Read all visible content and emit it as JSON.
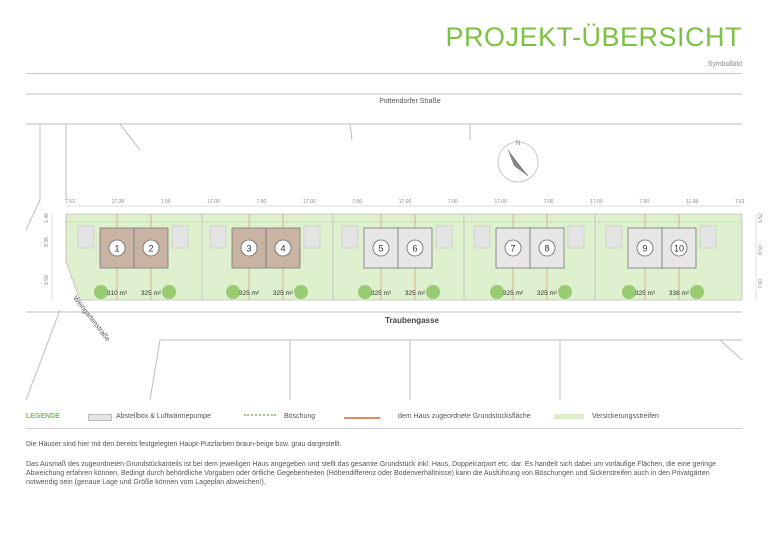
{
  "header": {
    "title": "PROJEKT-ÜBERSICHT",
    "subtitle": "Symbolbild"
  },
  "streets": {
    "top": "Pottendorfer Straße",
    "bottom": "Traubengasse",
    "left": "Weingartenstraße"
  },
  "houses": [
    {
      "number": "1",
      "area": "310 m²",
      "color": "#c9b3a3"
    },
    {
      "number": "2",
      "area": "325 m²",
      "color": "#c9b3a3"
    },
    {
      "number": "3",
      "area": "325 m²",
      "color": "#c9b3a3"
    },
    {
      "number": "4",
      "area": "325 m²",
      "color": "#c9b3a3"
    },
    {
      "number": "5",
      "area": "325 m²",
      "color": "#e6e6e6"
    },
    {
      "number": "6",
      "area": "325 m²",
      "color": "#e6e6e6"
    },
    {
      "number": "7",
      "area": "325 m²",
      "color": "#e6e6e6"
    },
    {
      "number": "8",
      "area": "325 m²",
      "color": "#e6e6e6"
    },
    {
      "number": "9",
      "area": "325 m²",
      "color": "#e6e6e6"
    },
    {
      "number": "10",
      "area": "338 m²",
      "color": "#e6e6e6"
    }
  ],
  "dimensions": {
    "top": [
      "7.52",
      "17.38",
      "7.00",
      "17.00",
      "7.00",
      "17.00",
      "7.00",
      "17.00",
      "7.00",
      "17.00",
      "7.00",
      "17.00",
      "7.00",
      "11.08",
      "7.61"
    ],
    "left": [
      "1.48",
      "9.35",
      "9.50"
    ],
    "right": [
      "1.52",
      "8.50",
      "7.90"
    ]
  },
  "legend": {
    "label": "LEGENDE",
    "items": [
      {
        "text": "Abstellbox & Luftwärmepumpe",
        "color": "#e4e4e4"
      },
      {
        "text": "Böschung",
        "color": "#b9dc9d"
      },
      {
        "text": "dem Haus zugeordnete Grundstücksfläche",
        "color": "#d98b5f"
      },
      {
        "text": "Versickerungsstreifen",
        "color": "#dbeec6"
      }
    ]
  },
  "notes": [
    "Die Häuser sind hier mit den bereits festgelegten Haupt-Putzfarben braun-beige bzw. grau dargestellt.",
    "Das Ausmaß des zugeordneten Grundstückanteils ist bei dem jeweiligen Haus angegeben und stellt das gesamte Grundstück inkl. Haus, Doppelcarport etc. dar. Es handelt sich dabei um vorläufige Flächen, die eine geringe Abweichung erfahren können. Bedingt durch behördliche Vorgaben oder örtliche Gegebenheiten (Höhendifferenz oder Bodenverhältnisse) kann die Ausführung von Böschungen und Sickerstreifen auch in den Privatgärten notwendig sein (genaue Lage und Größe können vom Lageplan abweichen!)."
  ],
  "colors": {
    "accent": "#7cc242",
    "lot_green": "#dff0cf",
    "tree_green": "#8cc462",
    "parcel_line": "#d98b5f"
  }
}
